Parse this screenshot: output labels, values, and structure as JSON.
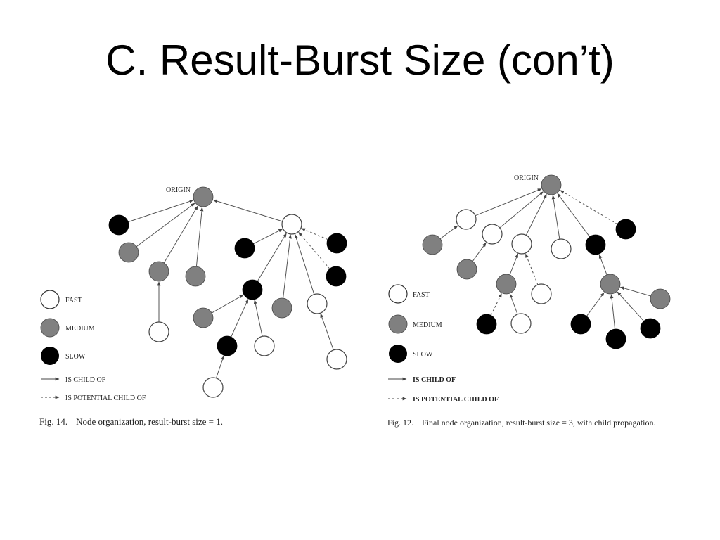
{
  "slide": {
    "title": "C. Result-Burst Size (con’t)"
  },
  "colors": {
    "fast": "#ffffff",
    "medium": "#808080",
    "slow": "#000000",
    "edge": "#555555"
  },
  "figures": [
    {
      "id": "fig14",
      "origin_label": "ORIGIN",
      "caption_label": "Fig. 14.",
      "caption_text": "Node organization, result-burst size = 1.",
      "legend": {
        "fast": "FAST",
        "medium": "MEDIUM",
        "slow": "SLOW",
        "child": "IS CHILD OF",
        "potential": "IS POTENTIAL CHILD OF"
      }
    },
    {
      "id": "fig12",
      "origin_label": "ORIGIN",
      "caption_label": "Fig. 12.",
      "caption_text": "Final node organization, result-burst size = 3, with child propagation.",
      "legend": {
        "fast": "FAST",
        "medium": "MEDIUM",
        "slow": "SLOW",
        "child": "IS CHILD OF",
        "potential": "IS POTENTIAL CHILD OF"
      }
    }
  ]
}
